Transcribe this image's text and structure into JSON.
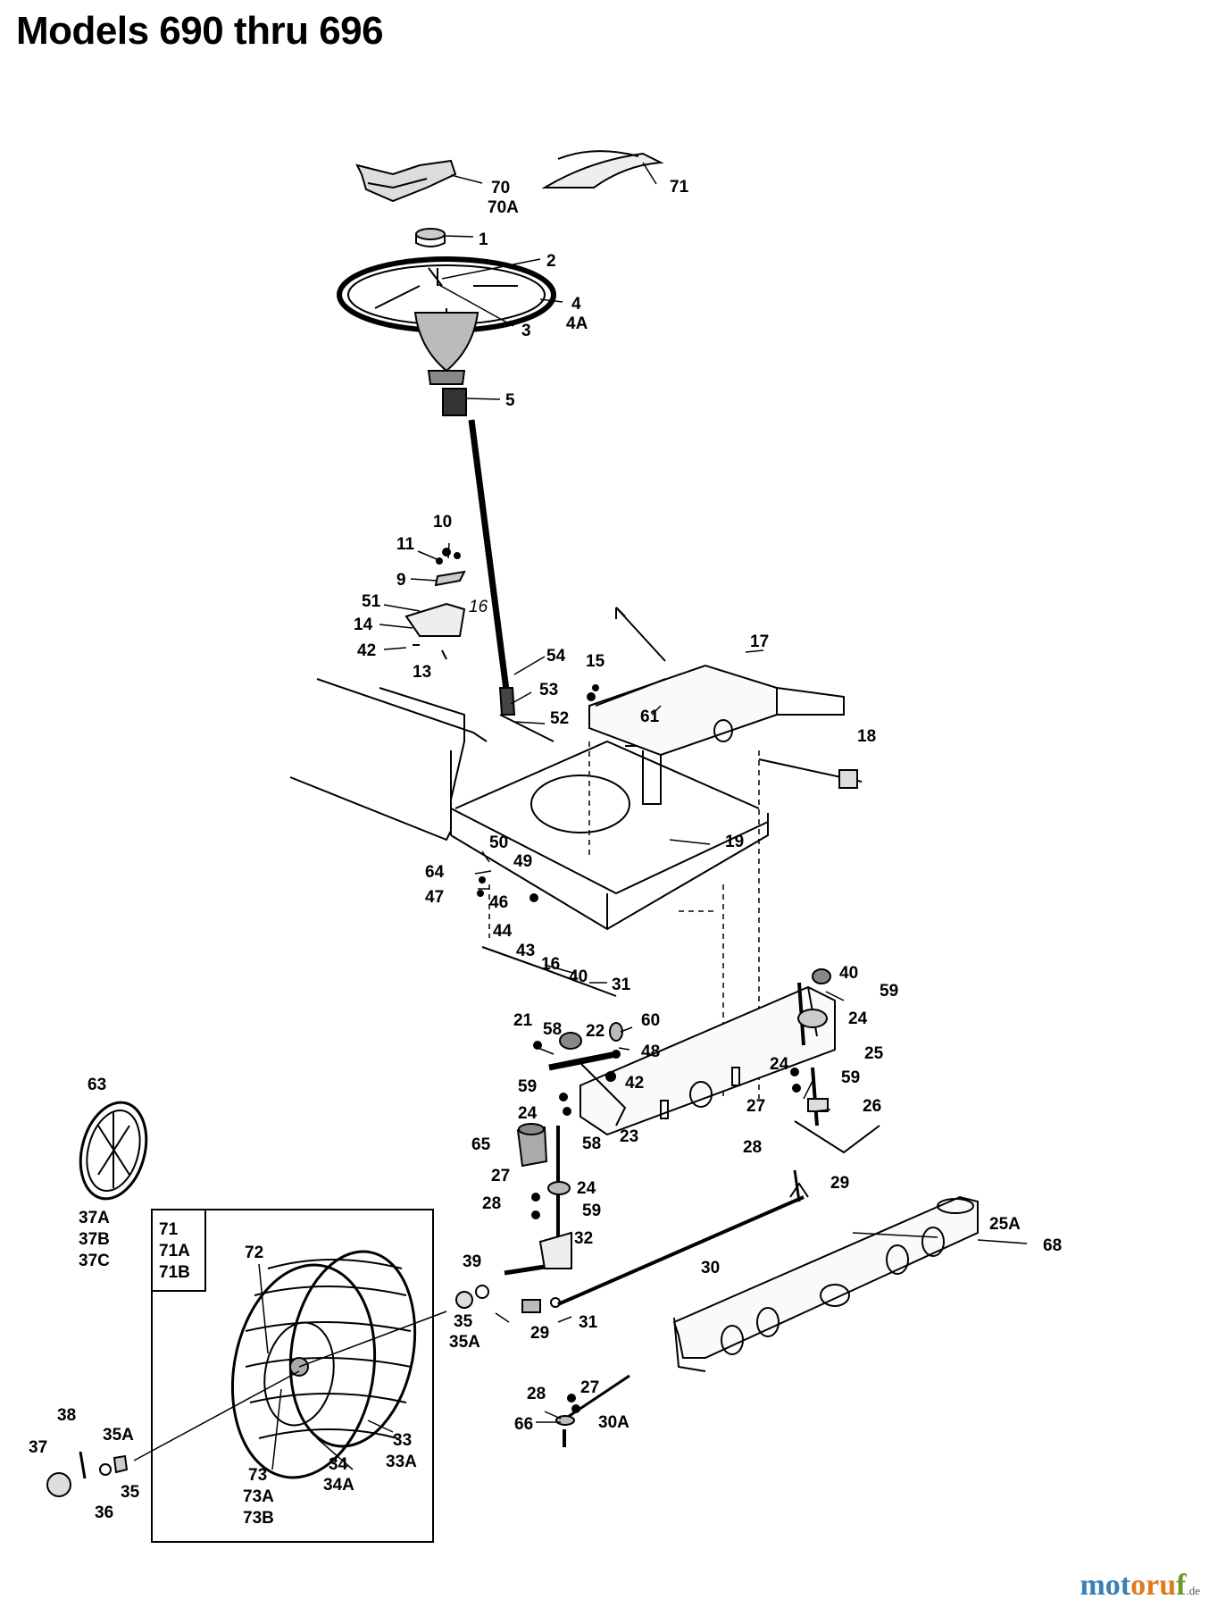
{
  "title": "Models 690 thru 696",
  "watermark": {
    "part1": "mot",
    "part2": "oru",
    "part3": "f",
    "tld": ".de"
  },
  "callouts": {
    "c70": "70",
    "c70A": "70A",
    "c71top": "71",
    "c1": "1",
    "c2": "2",
    "c3": "3",
    "c4": "4",
    "c4A": "4A",
    "c5": "5",
    "c10": "10",
    "c11": "11",
    "c9": "9",
    "c51": "51",
    "c16a": "16",
    "c14": "14",
    "c42a": "42",
    "c13": "13",
    "c54": "54",
    "c53": "53",
    "c52": "52",
    "c15": "15",
    "c61": "61",
    "c17": "17",
    "c18": "18",
    "c19": "19",
    "c50": "50",
    "c49": "49",
    "c64": "64",
    "c47": "47",
    "c46": "46",
    "c44": "44",
    "c43": "43",
    "c16b": "16",
    "c40a": "40",
    "c31a": "31",
    "c40b": "40",
    "c59a": "59",
    "c24a": "24",
    "c21": "21",
    "c58a": "58",
    "c22": "22",
    "c60": "60",
    "c48": "48",
    "c25": "25",
    "c59b": "59",
    "c42b": "42",
    "c24b": "24",
    "c59c": "59",
    "c24c": "24",
    "c27a": "27",
    "c26": "26",
    "c28a": "28",
    "c58b": "58",
    "c23": "23",
    "c65": "65",
    "c63": "63",
    "c37A": "37A",
    "c37B": "37B",
    "c37C": "37C",
    "c27b": "27",
    "c24d": "24",
    "c28b": "28",
    "c59d": "59",
    "c29a": "29",
    "c32": "32",
    "c25A": "25A",
    "c68": "68",
    "c30": "30",
    "c39": "39",
    "c35a": "35",
    "c35Aa": "35A",
    "c29b": "29",
    "c31b": "31",
    "c28c": "28",
    "c27c": "27",
    "c66": "66",
    "c30A": "30A",
    "c72": "72",
    "c33": "33",
    "c33A": "33A",
    "c34": "34",
    "c34A": "34A",
    "c73": "73",
    "c73A": "73A",
    "c73B": "73B",
    "c38": "38",
    "c37": "37",
    "c35Ab": "35A",
    "c35b": "35",
    "c36": "36",
    "box71": "71",
    "box71A": "71A",
    "box71B": "71B"
  }
}
